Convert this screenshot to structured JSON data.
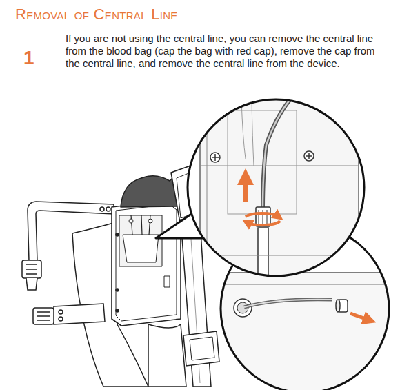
{
  "diagram": {
    "title": "Removal of Central Line",
    "labels": [
      "1",
      "If you are not using the central line, you can remove the central line from the blood bag (cap the bag with red cap), remove the cap from the central line, and remove the central line from the device."
    ]
  }
}
